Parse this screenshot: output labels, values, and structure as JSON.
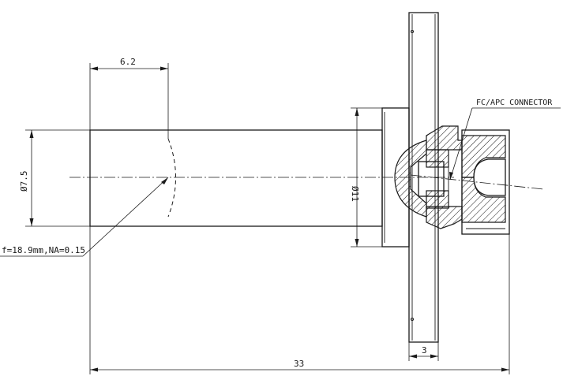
{
  "labels": {
    "dim_top": "6.2",
    "dim_left": "Ø7.5",
    "dim_mid": "Ø11",
    "dim_flange": "3",
    "dim_overall": "33",
    "lens_spec": "f=18.9mm,NA=0.15",
    "connector": "FC/APC CONNECTOR"
  }
}
